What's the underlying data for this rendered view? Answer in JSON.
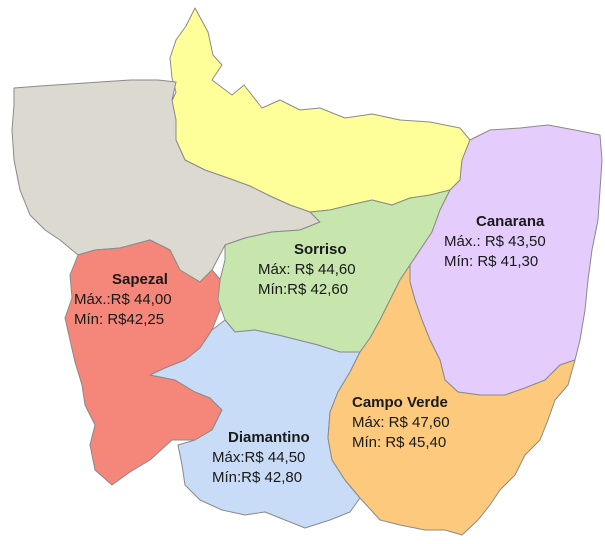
{
  "colors": {
    "yellow_region": "#ffff99",
    "gray_region": "#dcd9d0",
    "sapezal": "#f4877a",
    "sorriso": "#c6e6ad",
    "canarana": "#e4ccfc",
    "diamantino": "#c9dcf7",
    "campo_verde": "#fcc97d",
    "border": "#8a8a8a"
  },
  "regions": [
    {
      "key": "sapezal",
      "name": "Sapezal",
      "max": "Máx.:R$ 44,00",
      "min": "Mín: R$42,25"
    },
    {
      "key": "sorriso",
      "name": "Sorriso",
      "max": "Máx: R$ 44,60",
      "min": "Mín:R$ 42,60"
    },
    {
      "key": "canarana",
      "name": "Canarana",
      "max": "Máx.: R$ 43,50",
      "min": "Mín: R$ 41,30"
    },
    {
      "key": "campo_verde",
      "name": "Campo Verde",
      "max": "Máx: R$ 47,60",
      "min": "Mín: R$ 45,40"
    },
    {
      "key": "diamantino",
      "name": "Diamantino",
      "max": "Máx:R$ 44,50",
      "min": "Mín:R$ 42,80"
    }
  ]
}
